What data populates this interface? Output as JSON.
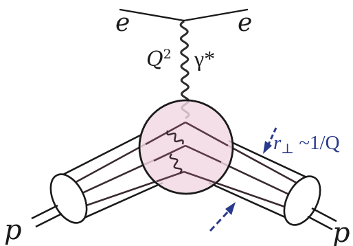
{
  "labels": {
    "electron_in": "e",
    "electron_out": "e",
    "q_squared": "Q",
    "q_squared_exp": "2",
    "virtual_photon": "γ*",
    "proton_left": "p",
    "proton_right": "p",
    "transverse_size_r": "r",
    "transverse_size_sub": "⊥",
    "transverse_size_rest": " ~1/Q"
  },
  "colors": {
    "blob_fill": "#f2d8e4",
    "stroke": "#1a1a1a",
    "annotation": "#2a3a8c"
  }
}
